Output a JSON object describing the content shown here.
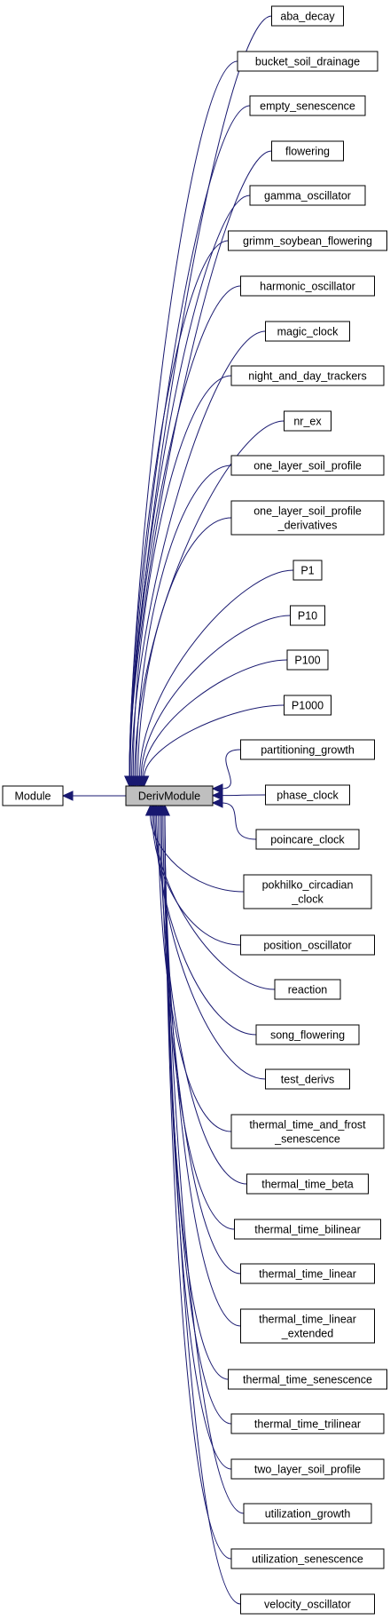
{
  "root": {
    "id": "module",
    "label": [
      "Module"
    ]
  },
  "base": {
    "id": "derivmodule",
    "label": [
      "DerivModule"
    ]
  },
  "children": [
    {
      "id": "aba-decay",
      "label": [
        "aba_decay"
      ]
    },
    {
      "id": "bucket-soil-drainage",
      "label": [
        "bucket_soil_drainage"
      ]
    },
    {
      "id": "empty-senescence",
      "label": [
        "empty_senescence"
      ]
    },
    {
      "id": "flowering",
      "label": [
        "flowering"
      ]
    },
    {
      "id": "gamma-oscillator",
      "label": [
        "gamma_oscillator"
      ]
    },
    {
      "id": "grimm-soybean-flowering",
      "label": [
        "grimm_soybean_flowering"
      ]
    },
    {
      "id": "harmonic-oscillator",
      "label": [
        "harmonic_oscillator"
      ]
    },
    {
      "id": "magic-clock",
      "label": [
        "magic_clock"
      ]
    },
    {
      "id": "night-and-day-trackers",
      "label": [
        "night_and_day_trackers"
      ]
    },
    {
      "id": "nr-ex",
      "label": [
        "nr_ex"
      ]
    },
    {
      "id": "one-layer-soil-profile",
      "label": [
        "one_layer_soil_profile"
      ]
    },
    {
      "id": "one-layer-soil-profile-derivatives",
      "label": [
        "one_layer_soil_profile",
        "_derivatives"
      ]
    },
    {
      "id": "p1",
      "label": [
        "P1"
      ]
    },
    {
      "id": "p10",
      "label": [
        "P10"
      ]
    },
    {
      "id": "p100",
      "label": [
        "P100"
      ]
    },
    {
      "id": "p1000",
      "label": [
        "P1000"
      ]
    },
    {
      "id": "partitioning-growth",
      "label": [
        "partitioning_growth"
      ]
    },
    {
      "id": "phase-clock",
      "label": [
        "phase_clock"
      ]
    },
    {
      "id": "poincare-clock",
      "label": [
        "poincare_clock"
      ]
    },
    {
      "id": "pokhilko-circadian-clock",
      "label": [
        "pokhilko_circadian",
        "_clock"
      ]
    },
    {
      "id": "position-oscillator",
      "label": [
        "position_oscillator"
      ]
    },
    {
      "id": "reaction",
      "label": [
        "reaction"
      ]
    },
    {
      "id": "song-flowering",
      "label": [
        "song_flowering"
      ]
    },
    {
      "id": "test-derivs",
      "label": [
        "test_derivs"
      ]
    },
    {
      "id": "thermal-time-and-frost-senescence",
      "label": [
        "thermal_time_and_frost",
        "_senescence"
      ]
    },
    {
      "id": "thermal-time-beta",
      "label": [
        "thermal_time_beta"
      ]
    },
    {
      "id": "thermal-time-bilinear",
      "label": [
        "thermal_time_bilinear"
      ]
    },
    {
      "id": "thermal-time-linear",
      "label": [
        "thermal_time_linear"
      ]
    },
    {
      "id": "thermal-time-linear-extended",
      "label": [
        "thermal_time_linear",
        "_extended"
      ]
    },
    {
      "id": "thermal-time-senescence",
      "label": [
        "thermal_time_senescence"
      ]
    },
    {
      "id": "thermal-time-trilinear",
      "label": [
        "thermal_time_trilinear"
      ]
    },
    {
      "id": "two-layer-soil-profile",
      "label": [
        "two_layer_soil_profile"
      ]
    },
    {
      "id": "utilization-growth",
      "label": [
        "utilization_growth"
      ]
    },
    {
      "id": "utilization-senescence",
      "label": [
        "utilization_senescence"
      ]
    },
    {
      "id": "velocity-oscillator",
      "label": [
        "velocity_oscillator"
      ]
    }
  ],
  "colors": {
    "edge": "#191970",
    "base_fill": "#bfbfbf",
    "node_fill": "#ffffff",
    "node_stroke": "#000000"
  }
}
